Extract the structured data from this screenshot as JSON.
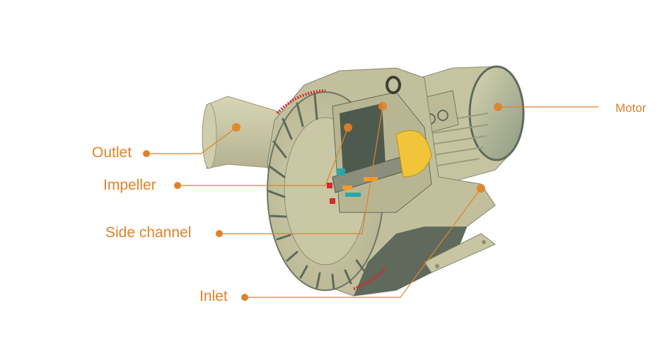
{
  "diagram": {
    "subject": "Side channel blower cutaway",
    "accent_color": "#e0822a",
    "body_color": "#c9c7a4",
    "shadow_color": "#5f6a5c",
    "highlight_color": "#f2c43a",
    "labels": {
      "outlet": "Outlet",
      "impeller": "Impeller",
      "side_channel": "Side channel",
      "inlet": "Inlet",
      "motor": "Motor"
    }
  }
}
